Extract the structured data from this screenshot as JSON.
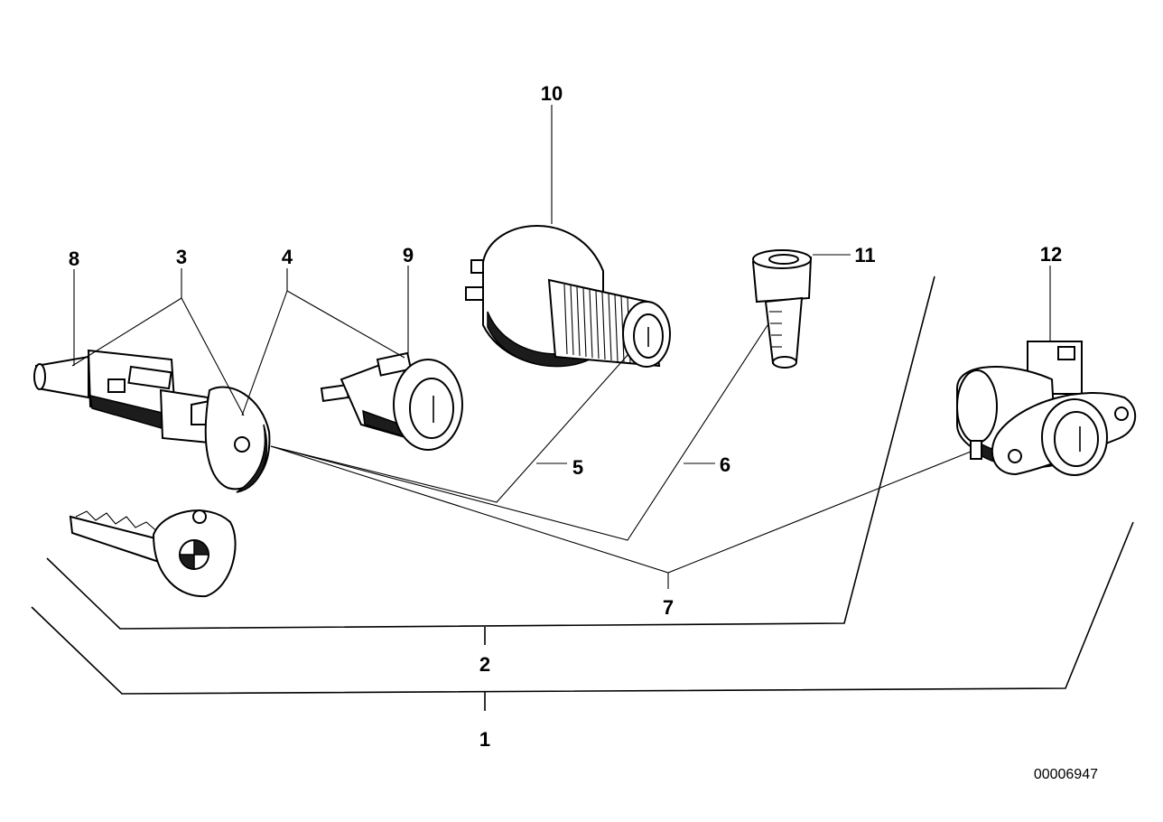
{
  "callouts": {
    "c1": "1",
    "c2": "2",
    "c3": "3",
    "c4": "4",
    "c5": "5",
    "c6": "6",
    "c7": "7",
    "c8": "8",
    "c9": "9",
    "c10": "10",
    "c11": "11",
    "c12": "12"
  },
  "reference_number": "00006947"
}
